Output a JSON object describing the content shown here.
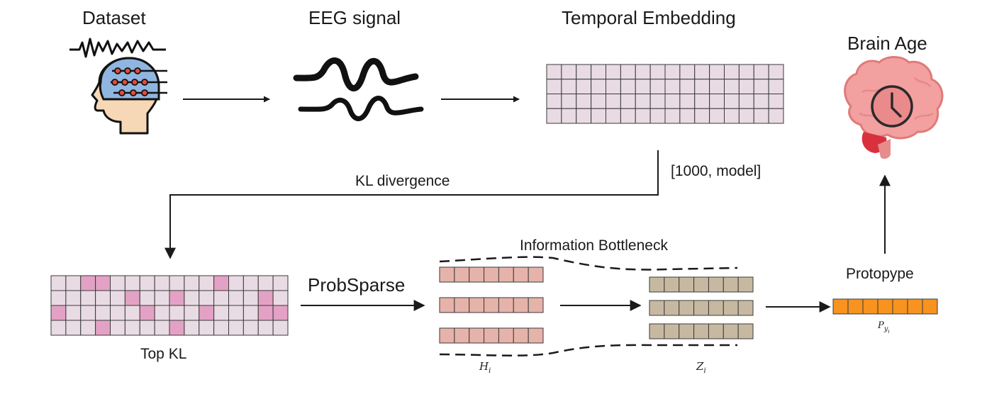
{
  "labels": {
    "dataset": "Dataset",
    "eeg_signal": "EEG signal",
    "temporal_embedding": "Temporal Embedding",
    "brain_age": "Brain Age",
    "shape": "[1000, model]",
    "kl_divergence": "KL divergence",
    "top_kl": "Top KL",
    "probsparse": "ProbSparse",
    "information_bottleneck": "Information Bottleneck",
    "prototype": "Protopype"
  },
  "math": {
    "h_base": "H",
    "h_sub": "i",
    "z_base": "Z",
    "z_sub": "i",
    "p_base": "P",
    "p_sub": "y",
    "p_subsub": "i"
  },
  "icons": {
    "dataset": "head-with-eeg-electrodes-icon",
    "eeg": "eeg-waveform-icon",
    "brain_age": "brain-clock-icon"
  },
  "colors": {
    "embedding_cell": "#e9dbe3",
    "topkl_cell": "#e9dbe3",
    "topkl_highlight": "#e3a2c5",
    "h_cell": "#e6b3aa",
    "z_cell": "#c7b9a1",
    "prototype_cell": "#f7931e",
    "stroke": "#3a3a3a"
  },
  "grids": {
    "temporal_embedding": {
      "rows": 4,
      "cols": 16
    },
    "top_kl": {
      "rows": 4,
      "cols": 16,
      "highlighted": [
        [
          0,
          2
        ],
        [
          0,
          3
        ],
        [
          0,
          11
        ],
        [
          1,
          5
        ],
        [
          1,
          8
        ],
        [
          1,
          14
        ],
        [
          2,
          0
        ],
        [
          2,
          6
        ],
        [
          2,
          10
        ],
        [
          2,
          14
        ],
        [
          2,
          15
        ],
        [
          3,
          3
        ],
        [
          3,
          8
        ]
      ]
    },
    "h_vectors": {
      "count": 3,
      "cells": 7
    },
    "z_vectors": {
      "count": 3,
      "cells": 7
    },
    "prototype": {
      "cells": 7
    }
  }
}
